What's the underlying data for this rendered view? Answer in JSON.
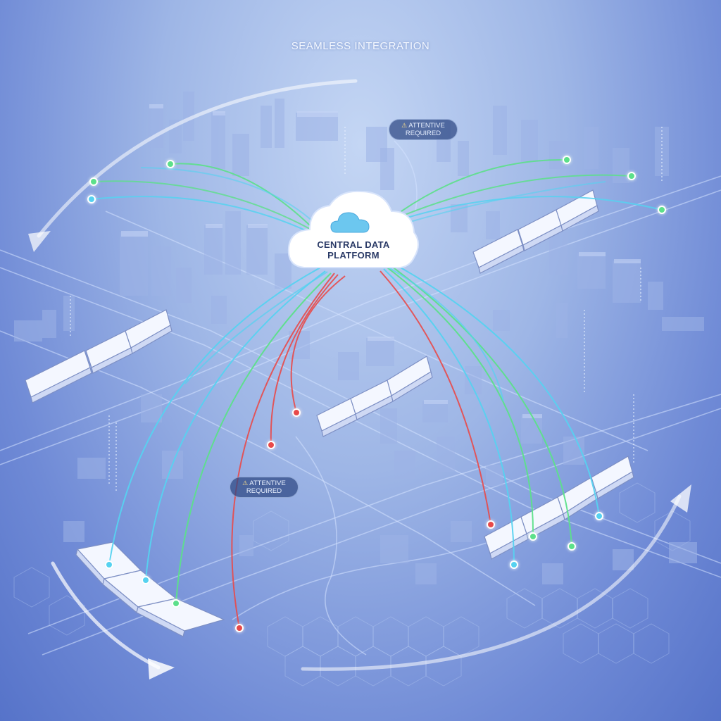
{
  "title": "SEAMLESS INTEGRATION",
  "central_platform": {
    "line1": "CENTRAL DATA",
    "line2": "PLATFORM",
    "icon": "cloud-icon"
  },
  "alerts": [
    {
      "icon": "warning-icon",
      "line1": "ATTENTIVE",
      "line2": "REQUIRED"
    },
    {
      "icon": "warning-icon",
      "line1": "ATTENTIVE",
      "line2": "REQUIRED"
    }
  ],
  "colors": {
    "link_ok": "#5ce08a",
    "link_info": "#56d2f0",
    "link_alert": "#e84a4a",
    "background": "#8aa4e0",
    "cloud": "#ffffff"
  }
}
